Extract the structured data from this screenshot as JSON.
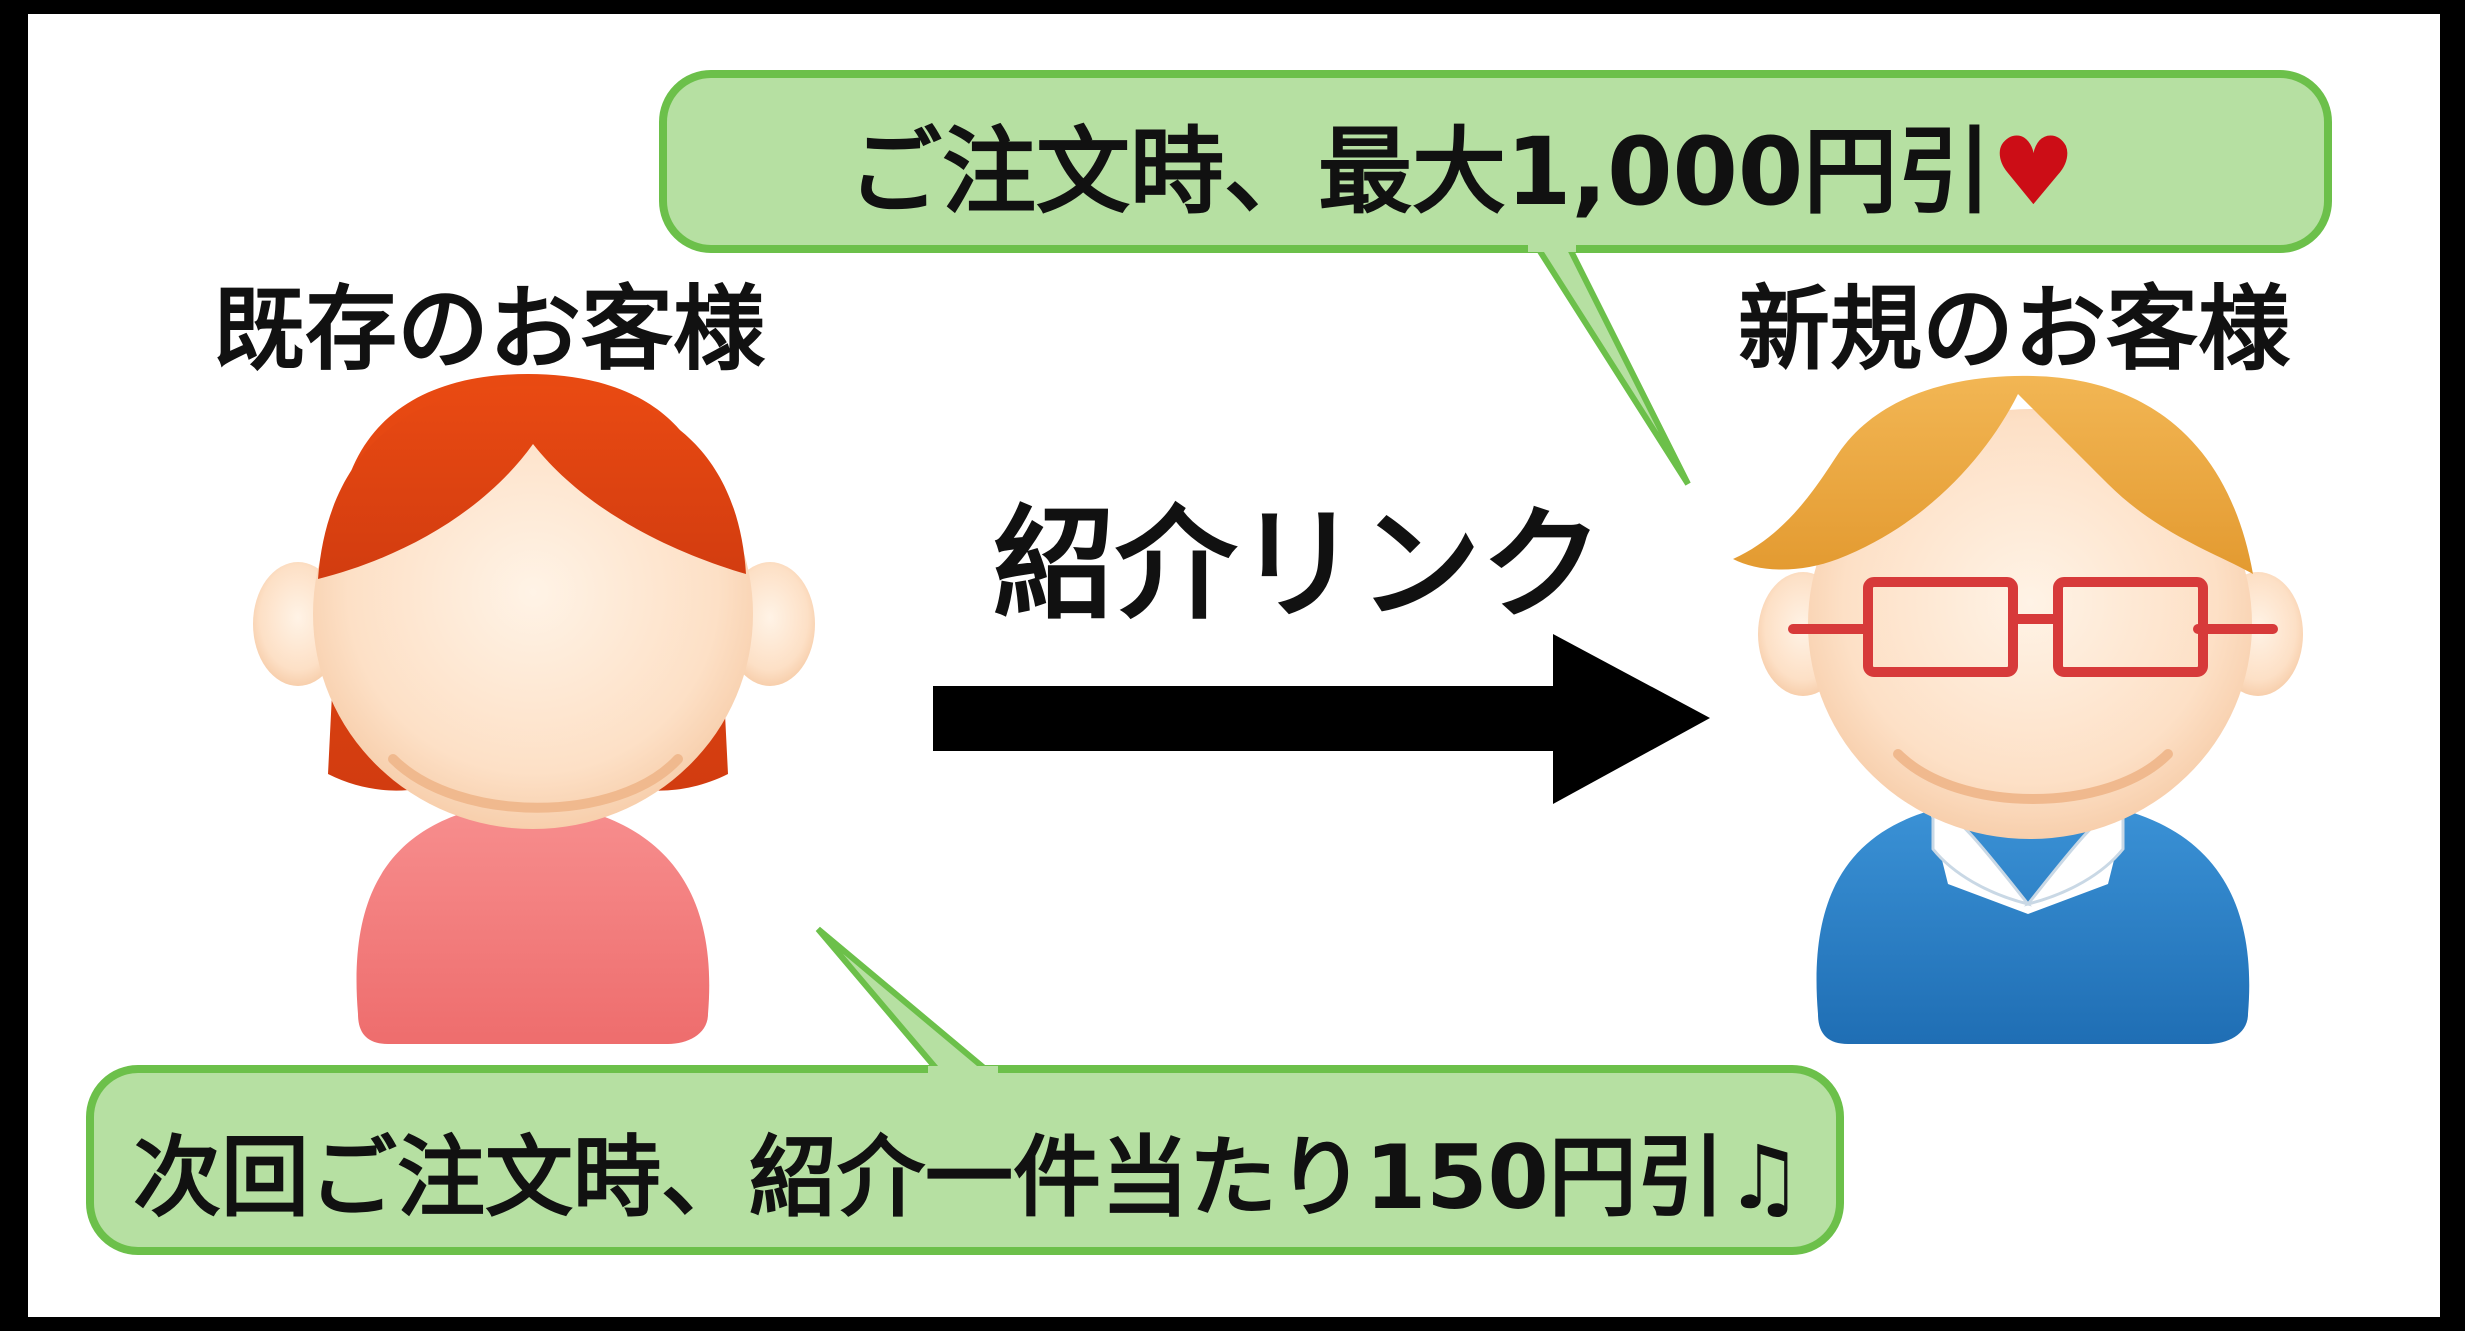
{
  "labels": {
    "existing_customer": "既存のお客様",
    "new_customer": "新規のお客様",
    "referral_link": "紹介リンク"
  },
  "bubbles": {
    "top": {
      "text": "ご注文時、最大1,000円引",
      "symbol": "♥"
    },
    "bottom": {
      "text": "次回ご注文時、紹介一件当たり150円引",
      "symbol": "♫"
    }
  },
  "colors": {
    "bubble_fill": "#b6e0a2",
    "bubble_stroke": "#6cc04a",
    "arrow": "#000000",
    "existing_hair": "#dd4211",
    "existing_shirt": "#f47e7e",
    "new_hair": "#eba53c",
    "new_shirt": "#2f82c6",
    "glasses": "#d73a3a",
    "skin": "#fde0c6"
  },
  "icons": {
    "existing_person": "woman-user-icon",
    "new_person": "man-with-glasses-user-icon",
    "arrow": "right-arrow-icon"
  }
}
